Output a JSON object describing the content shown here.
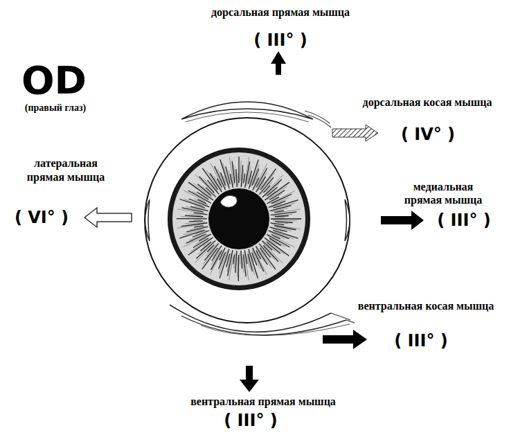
{
  "diagram": {
    "labels": [
      "дорсальная прямая мышца",
      "( III° )",
      "OD",
      "(правый глаз)",
      "дорсальная косая мышца",
      "( IV° )",
      "латеральная прямая мышца",
      "( VI° )",
      "медиальная прямая мышца",
      "( III° )",
      "вентральная косая мышца",
      "( III° )",
      "вентральная прямая мышца",
      "( III° )"
    ]
  }
}
